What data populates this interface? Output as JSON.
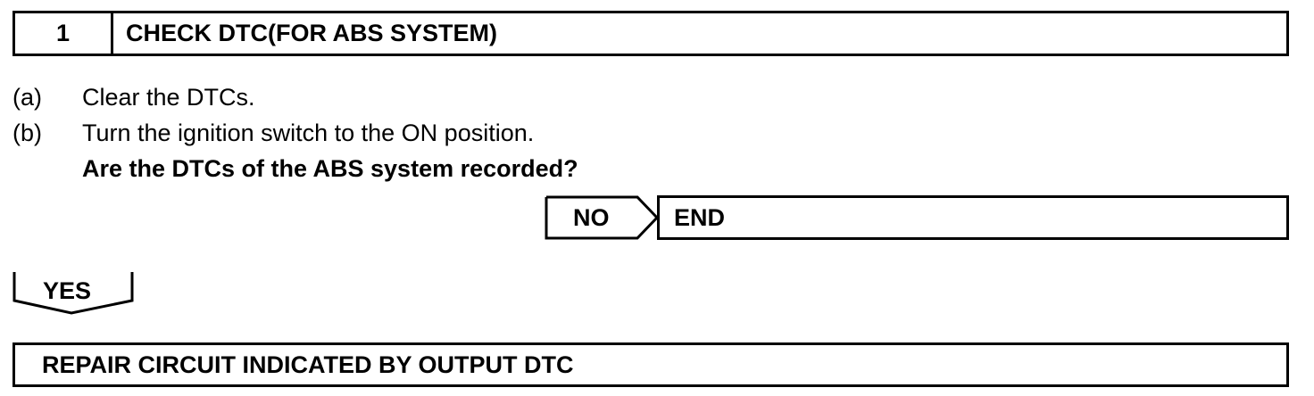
{
  "header": {
    "step_number": "1",
    "title": "CHECK DTC(FOR ABS SYSTEM)"
  },
  "steps": [
    {
      "label": "(a)",
      "text": "Clear the DTCs."
    },
    {
      "label": "(b)",
      "text": "Turn the ignition switch to the ON position."
    }
  ],
  "question": "Are the DTCs of the ABS system recorded?",
  "no_branch": {
    "label": "NO",
    "result": "END"
  },
  "yes_branch": {
    "label": "YES"
  },
  "action": "REPAIR CIRCUIT INDICATED BY OUTPUT DTC"
}
